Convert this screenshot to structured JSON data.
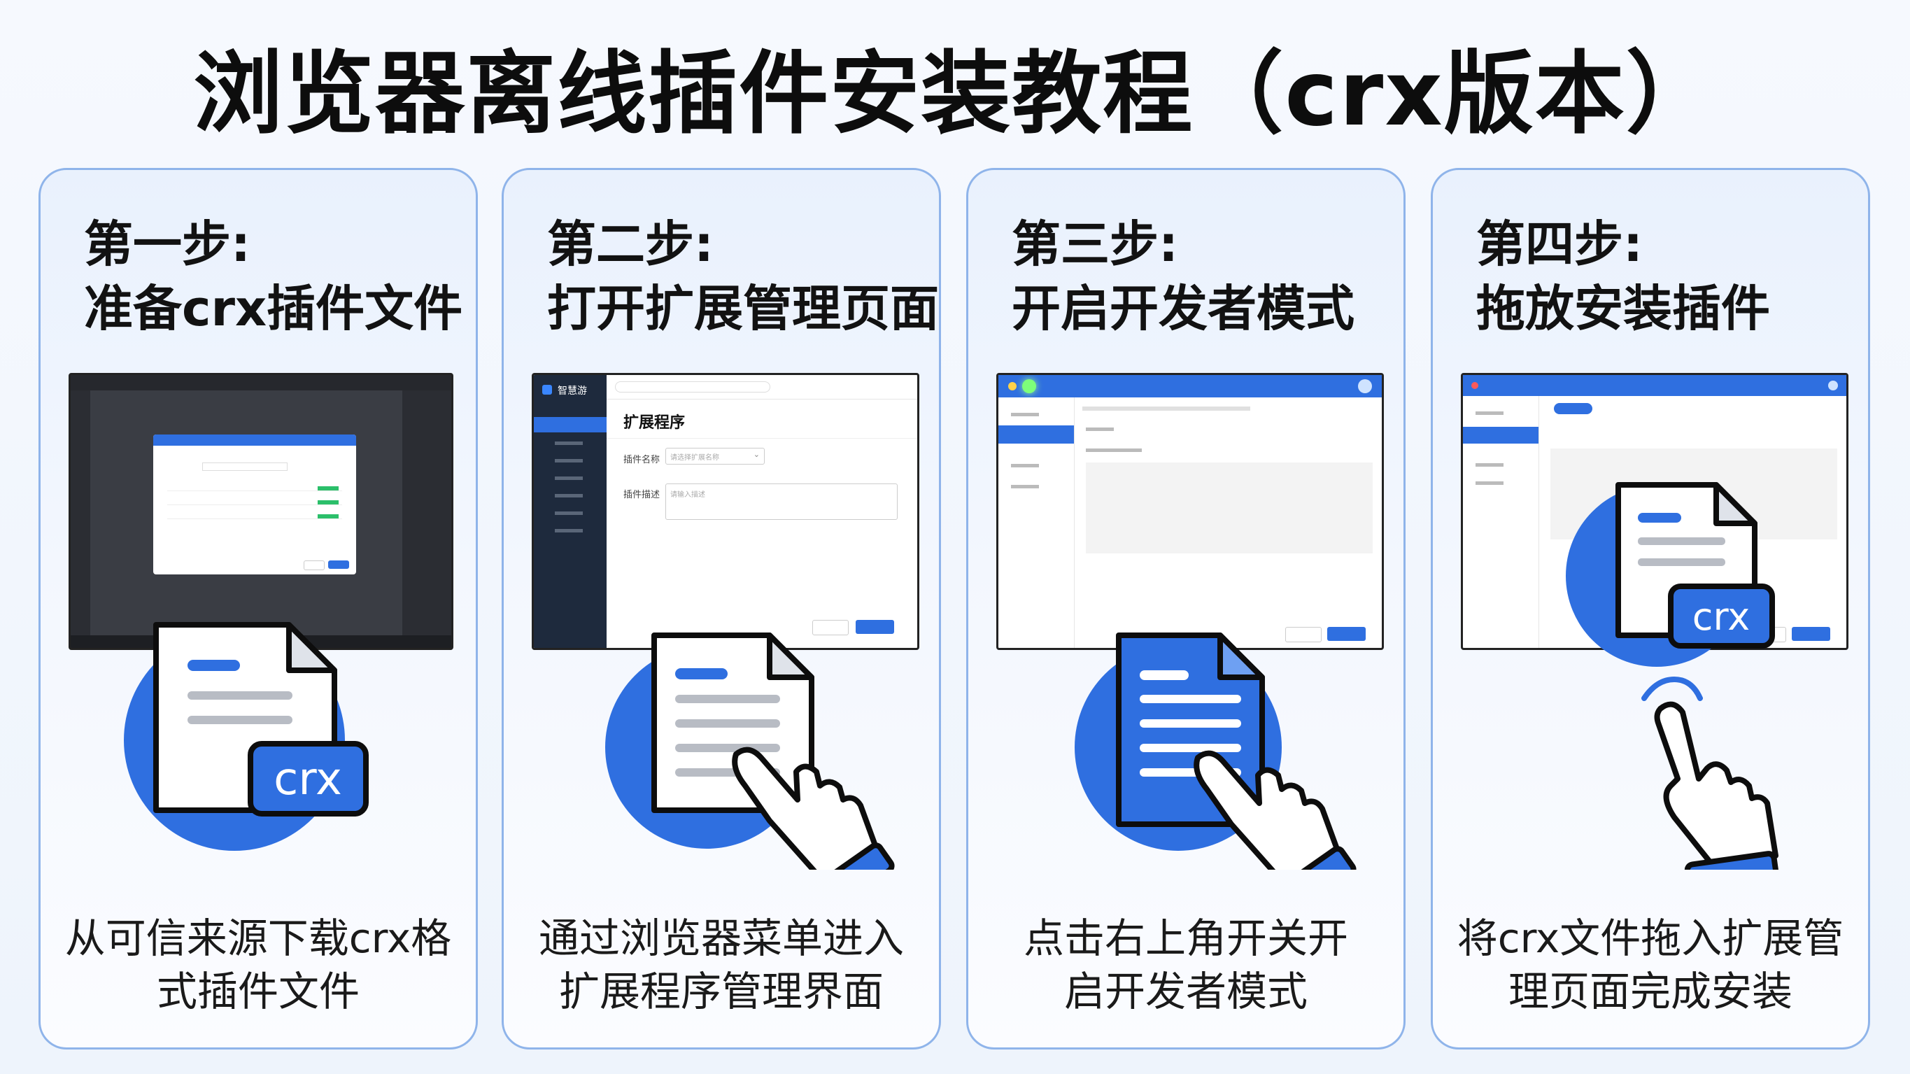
{
  "title": "浏览器离线插件安装教程（crx版本）",
  "colors": {
    "accent": "#2f6fe0",
    "card_border": "#8fb4ea",
    "dark_ui": "#2b2f3a",
    "sidebar_dark": "#1e2a3d"
  },
  "cards": [
    {
      "step": "第一步:",
      "heading": "准备crx插件文件",
      "desc_line1": "从可信来源下载crx格",
      "desc_line2": "式插件文件",
      "icon": "crx-file-icon",
      "badge": "crx"
    },
    {
      "step": "第二步:",
      "heading": "打开扩展管理页面",
      "desc_line1": "通过浏览器菜单进入",
      "desc_line2": "扩展程序管理界面",
      "icon": "document-click-icon",
      "screen": {
        "app_name": "智慧游",
        "page_title": "扩展程序",
        "field1_label": "插件名称",
        "field1_placeholder": "请选择扩展名称",
        "field2_label": "插件描述",
        "field2_placeholder": "请输入描述"
      }
    },
    {
      "step": "第三步:",
      "heading": "开启开发者模式",
      "desc_line1": "点击右上角开关开",
      "desc_line2": "启开发者模式",
      "icon": "developer-mode-document-icon"
    },
    {
      "step": "第四步:",
      "heading": "拖放安装插件",
      "desc_line1": "将crx文件拖入扩展管",
      "desc_line2": "理页面完成安装",
      "icon": "drag-drop-crx-icon",
      "badge": "crx"
    }
  ]
}
